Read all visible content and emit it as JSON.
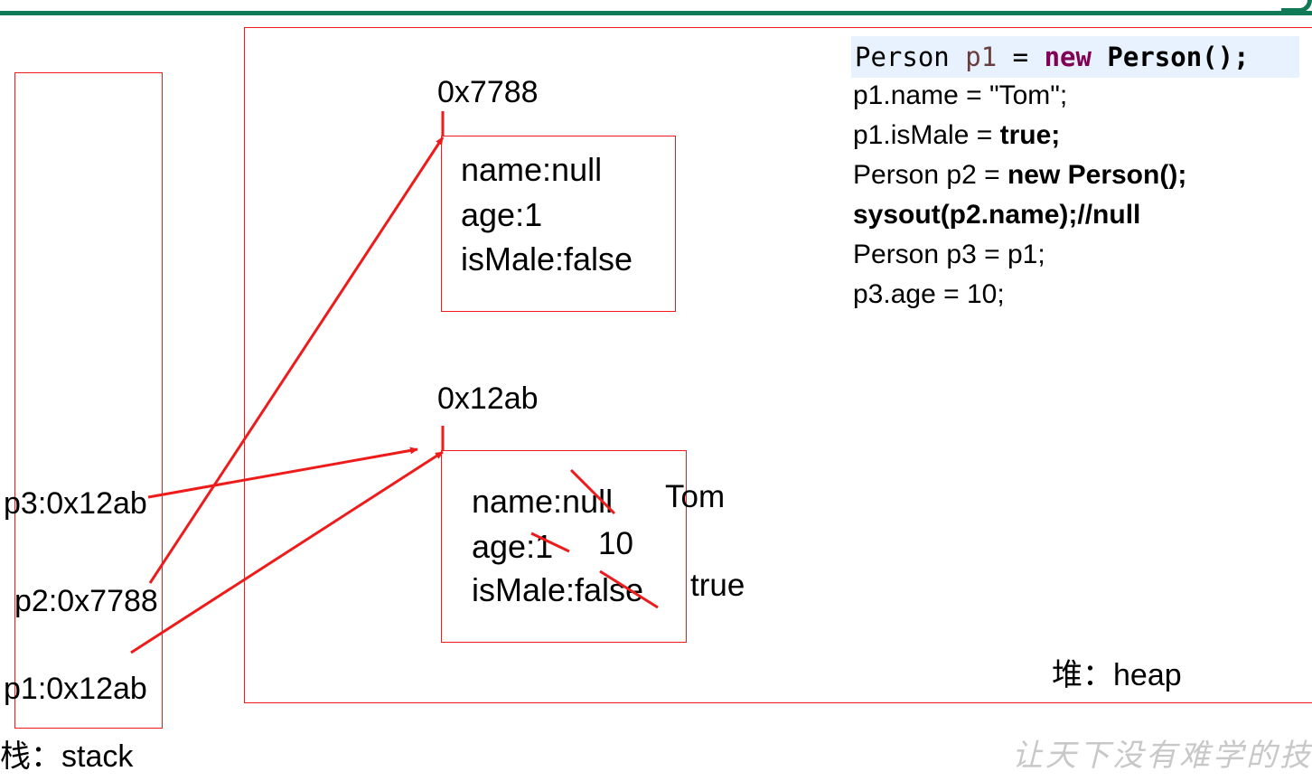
{
  "stack": {
    "label": "栈：stack",
    "vars": [
      "p3:0x12ab",
      "p2:0x7788",
      "p1:0x12ab"
    ]
  },
  "heap": {
    "label": "堆：heap",
    "objects": [
      {
        "address": "0x7788",
        "fields": [
          "name:null",
          "age:1",
          "isMale:false"
        ]
      },
      {
        "address": "0x12ab",
        "fields": [
          "name:null",
          "age:1",
          "isMale:false"
        ],
        "updates": [
          "Tom",
          "10",
          "true"
        ]
      }
    ]
  },
  "code": {
    "line1": {
      "type": "Person",
      "var": "p1",
      "eq": "=",
      "kw": "new",
      "call": "Person();"
    },
    "line2": "p1.name = \"Tom\";",
    "line3_prefix": "p1.isMale = ",
    "line3_bold": "true;",
    "line4_prefix": "Person p2 = ",
    "line4_bold": "new Person();",
    "line5": "sysout(p2.name);//null",
    "line6": "Person p3 = p1;",
    "line7": "p3.age = 10;"
  },
  "watermark": "让天下没有难学的技术",
  "colors": {
    "accent": "#0f7a55",
    "line": "#ee1b1b"
  }
}
